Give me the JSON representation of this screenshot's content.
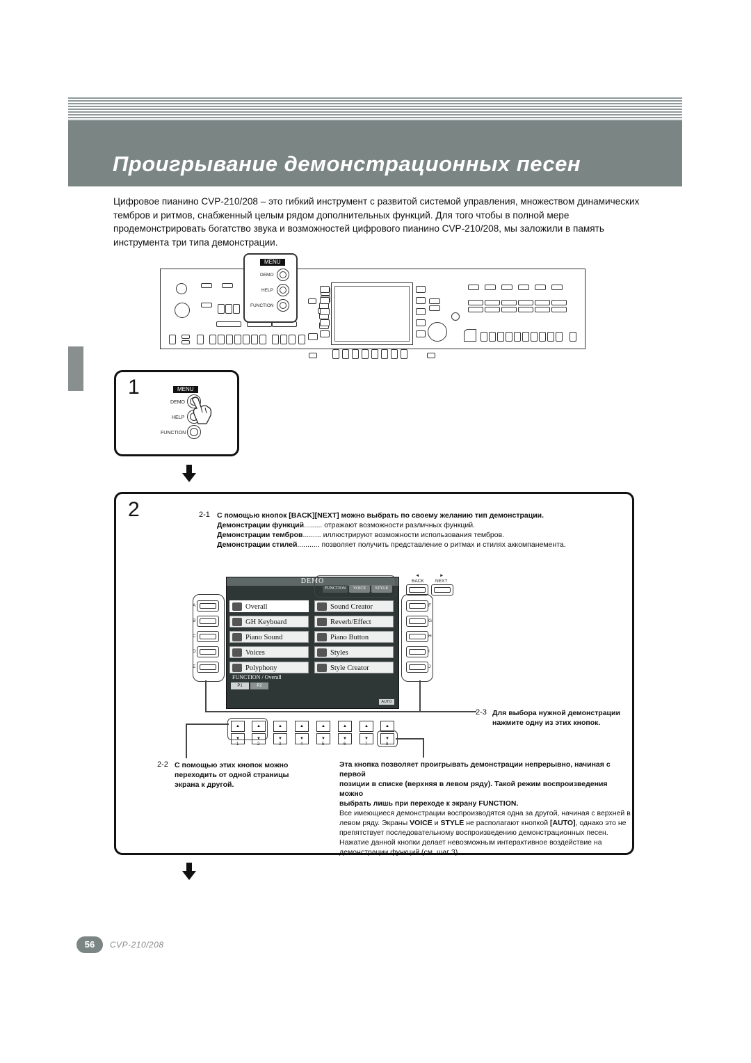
{
  "page": {
    "title": "Проигрывание демонстрационных песен",
    "intro": "Цифровое пианино CVP-210/208 – это гибкий инструмент с развитой системой управления, множеством динамических тембров и ритмов, снабженный целым рядом дополнительных функций. Для того чтобы в полной мере продемонстрировать богатство звука и возможностей цифрового пианино CVP-210/208, мы заложили в память инструмента три типа демонстрации."
  },
  "panel": {
    "menu_label": "MENU",
    "demo_label": "DEMO",
    "help_label": "HELP",
    "function_label": "FUNCTION"
  },
  "step1": {
    "number": "1",
    "menu_label": "MENU",
    "demo_label": "DEMO",
    "help_label": "HELP",
    "function_label": "FUNCTION"
  },
  "step2": {
    "number": "2",
    "s21_num": "2-1",
    "s21_text": "С помощью кнопок [BACK][NEXT] можно выбрать по своему желанию тип демонстрации.",
    "defs": [
      {
        "term": "Демонстрации функций",
        "dots": ".........",
        "desc": "отражают возможности различных функций."
      },
      {
        "term": "Демонстрации тембров",
        "dots": ".........",
        "desc": "иллюстрируют возможности использования тембров."
      },
      {
        "term": "Демонстрации стилей",
        "dots": "...........",
        "desc": "позволяет получить представление о ритмах и стилях аккомпанемента."
      }
    ],
    "back_label": "BACK",
    "next_label": "NEXT",
    "s23_num": "2-3",
    "s23_text1": "Для выбора нужной демонстрации",
    "s23_text2": "нажмите одну из этих кнопок.",
    "s22_num": "2-2",
    "s22_text1": "С помощью этих кнопок можно",
    "s22_text2": "переходить от одной страницы",
    "s22_text3": "экрана к другой.",
    "right_bold1": "Эта кнопка позволяет проигрывать демонстрации непрерывно, начиная с первой",
    "right_bold2": "позиции в списке (верхняя в левом ряду). Такой режим воспроизведения можно",
    "right_bold3": "выбрать лишь при переходе к экрану FUNCTION.",
    "right_p1": "Все имеющиеся демонстрации воспроизводятся одна за другой, начиная с верхней в",
    "right_p2a": "левом ряду. Экраны ",
    "right_p2b": "VOICE",
    "right_p2c": " и ",
    "right_p2d": "STYLE",
    "right_p2e": " не располагают кнопкой ",
    "right_p2f": "[AUTO]",
    "right_p2g": ", однако это не",
    "right_p3": "препятствует последовательному воспроизведению демонстрационных песен.",
    "right_p4": "Нажатие данной кнопки делает невозможным интерактивное воздействие на",
    "right_p5": "демонстрации функций (см. шаг 3)."
  },
  "screen": {
    "title": "DEMO",
    "tabs": [
      "FUNCTION",
      "VOICE",
      "STYLE"
    ],
    "left_items": [
      "Overall",
      "GH Keyboard",
      "Piano Sound",
      "Voices",
      "Polyphony"
    ],
    "right_items": [
      "Sound Creator",
      "Reverb/Effect",
      "Piano Button",
      "Styles",
      "Style Creator"
    ],
    "function_label": "FUNCTION / Overall",
    "page_tabs": [
      "P1",
      "P2"
    ],
    "auto_label": "AUTO"
  },
  "side_letters_left": [
    "A",
    "B",
    "C",
    "D",
    "E"
  ],
  "side_letters_right": [
    "F",
    "G",
    "H",
    "I",
    "J"
  ],
  "bottom_numbers": [
    "1",
    "2",
    "3",
    "4",
    "5",
    "6",
    "7",
    "8"
  ],
  "footer": {
    "page_number": "56",
    "model": "CVP-210/208"
  }
}
